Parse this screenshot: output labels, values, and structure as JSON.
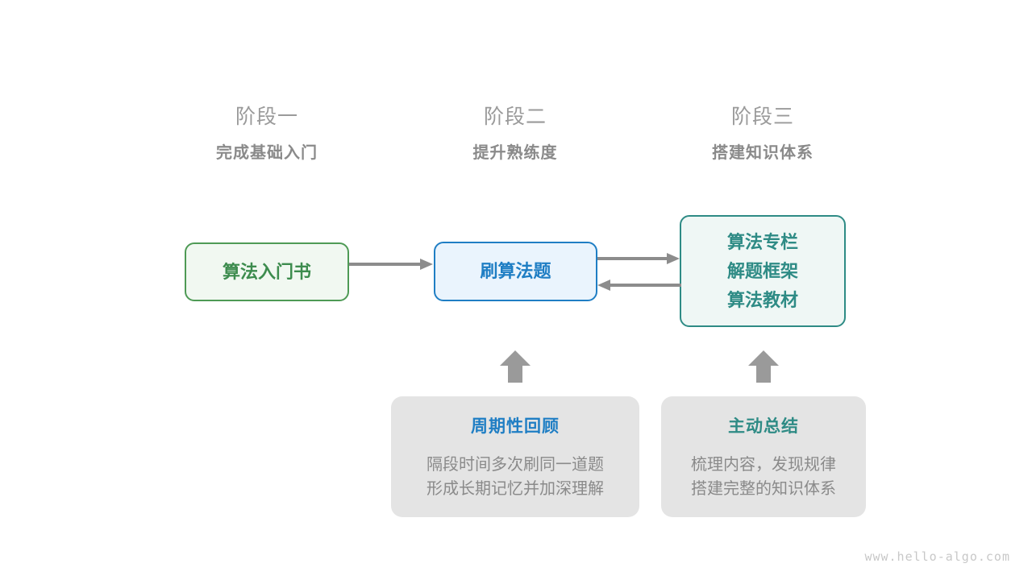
{
  "stages": [
    {
      "name": "阶段一",
      "goal": "完成基础入门"
    },
    {
      "name": "阶段二",
      "goal": "提升熟练度"
    },
    {
      "name": "阶段三",
      "goal": "搭建知识体系"
    }
  ],
  "nodes": {
    "book": {
      "label": "算法入门书",
      "color": "#3d8c4e",
      "border": "#4e9a55",
      "fill": "#f1f8f1"
    },
    "practice": {
      "label": "刷算法题",
      "color": "#1f7ec4",
      "border": "#1f7ec4",
      "fill": "#eaf4fd"
    },
    "knowledge": {
      "lines": [
        "算法专栏",
        "解题框架",
        "算法教材"
      ],
      "color": "#2e8b85",
      "border": "#2e8b85",
      "fill": "#eff7f5"
    }
  },
  "cards": [
    {
      "title": "周期性回顾",
      "title_color": "#1f7ec4",
      "body_line1": "隔段时间多次刷同一道题",
      "body_line2": "形成长期记忆并加深理解"
    },
    {
      "title": "主动总结",
      "title_color": "#2e8b85",
      "body_line1": "梳理内容，发现规律",
      "body_line2": "搭建完整的知识体系"
    }
  ],
  "arrows": {
    "color": "#8c8c8c",
    "book_to_practice": "right",
    "practice_to_knowledge": "right",
    "knowledge_to_practice": "left",
    "card1_up": "up",
    "card2_up": "up"
  },
  "watermark": "www.hello-algo.com"
}
